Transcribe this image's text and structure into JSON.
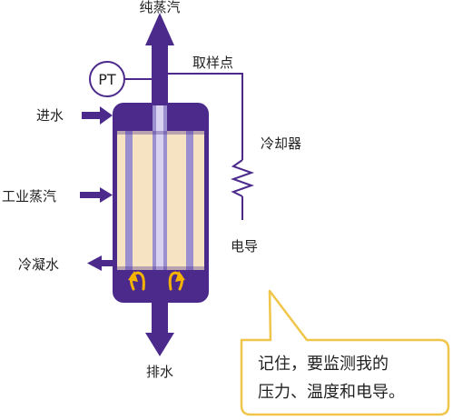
{
  "labels": {
    "pure_steam": "纯蒸汽",
    "sampling_point": "取样点",
    "pt": "PT",
    "water_in": "进水",
    "cooler": "冷却器",
    "industrial_steam": "工业蒸汽",
    "conductivity": "电导",
    "condensate": "冷凝水",
    "drain": "排水"
  },
  "callout": {
    "line1": "记住，要监测我的",
    "line2": "压力、温度和电导。"
  },
  "colors": {
    "purple": "#4b2a8c",
    "tube_light": "#9b8fd0",
    "tube_core": "#d8d2f0",
    "shell_fill": "#f5e3c2",
    "arrow_orange": "#f5b300",
    "callout_border": "#f0c64a"
  }
}
